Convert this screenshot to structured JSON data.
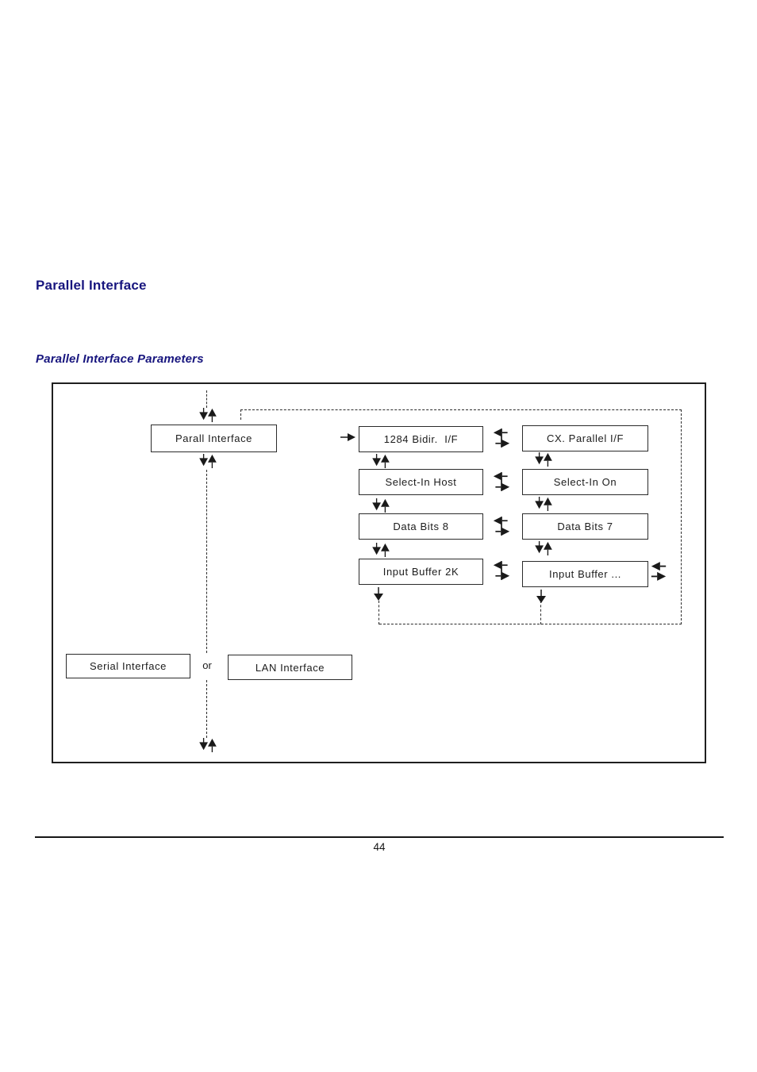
{
  "page": {
    "title": "Parallel Interface",
    "subtitle": "Parallel Interface Parameters",
    "page_number": "44"
  },
  "colors": {
    "heading": "#17157E",
    "ink": "#1c1c1c"
  },
  "diagram": {
    "root_label": "Parall Interface",
    "rows": [
      {
        "left": "1284 Bidir.  I/F",
        "right": "CX. Parallel I/F"
      },
      {
        "left": "Select-In Host",
        "right": "Select-In On"
      },
      {
        "left": "Data Bits 8",
        "right": "Data Bits 7"
      },
      {
        "left": "Input Buffer 2K",
        "right": "Input Buffer ..."
      }
    ],
    "alternatives": {
      "left_label": "Serial Interface",
      "connector_label": "or",
      "right_label": "LAN Interface"
    },
    "icons": {
      "up_down_pair": "scroll-up-down",
      "enter_arrow": "enter-submenu-right",
      "left_right_toggle": "toggle-value-left-right",
      "cycle_values": "cycle-values-left-right",
      "down_arrow": "scroll-down"
    }
  }
}
